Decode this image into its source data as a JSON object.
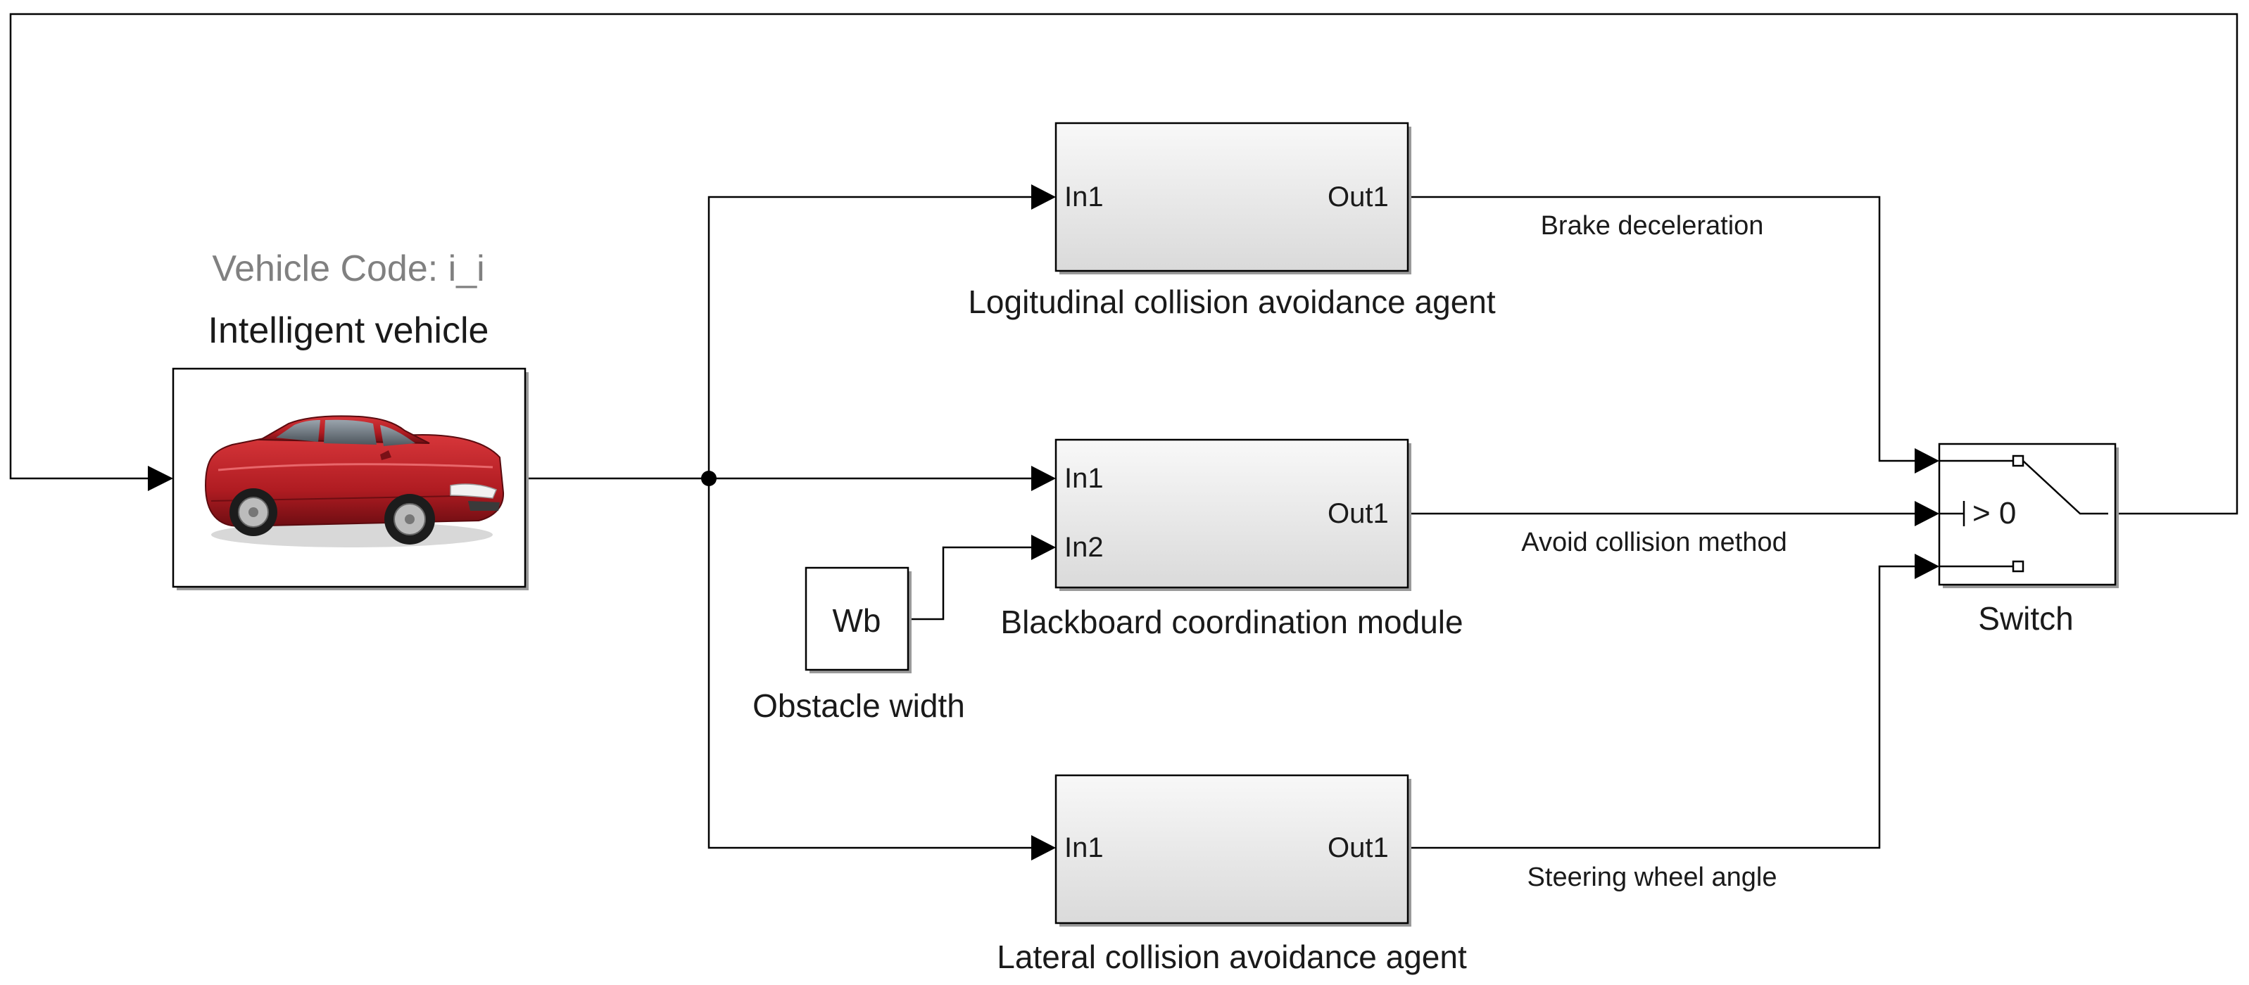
{
  "vehicle": {
    "code_label": "Vehicle Code: i_i",
    "name": "Intelligent vehicle",
    "icon": "car-icon",
    "car_color": "#b01c22"
  },
  "blocks": {
    "longitudinal": {
      "name": "Logitudinal collision avoidance agent",
      "in1": "In1",
      "out1": "Out1"
    },
    "blackboard": {
      "name": "Blackboard coordination module",
      "in1": "In1",
      "in2": "In2",
      "out1": "Out1"
    },
    "lateral": {
      "name": "Lateral collision avoidance agent",
      "in1": "In1",
      "out1": "Out1"
    },
    "constant": {
      "value": "Wb",
      "name": "Obstacle width"
    },
    "switch": {
      "name": "Switch",
      "threshold": "> 0"
    }
  },
  "signals": {
    "brake": "Brake deceleration",
    "method": "Avoid collision method",
    "steering": "Steering wheel angle"
  },
  "colors": {
    "block_fill_top": "#f7f7f7",
    "block_fill_bottom": "#dcdcdc",
    "line": "#000000",
    "code_label": "#808080"
  }
}
